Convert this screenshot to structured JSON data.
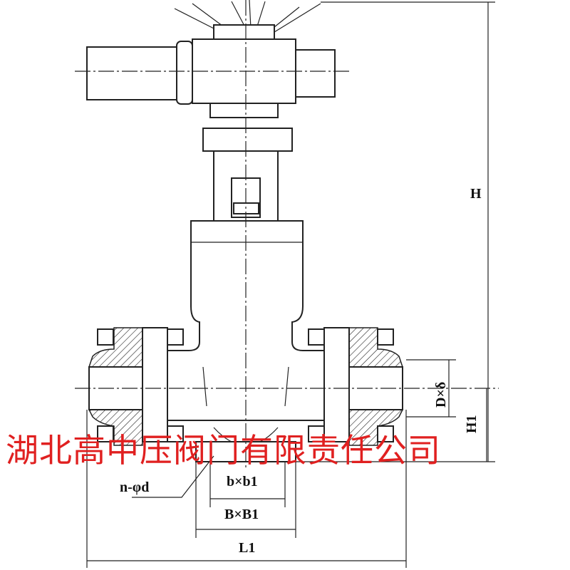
{
  "labels": {
    "height": "H",
    "center_height": "H1",
    "pipe_size": "D×δ",
    "bolt_holes": "n-φd",
    "slot_size": "b×b1",
    "base_size": "B×B1",
    "base_length": "L1"
  },
  "watermark": "湖北高中压阀门有限责任公司",
  "colors": {
    "line": "#222222",
    "watermark": "#e02020"
  }
}
